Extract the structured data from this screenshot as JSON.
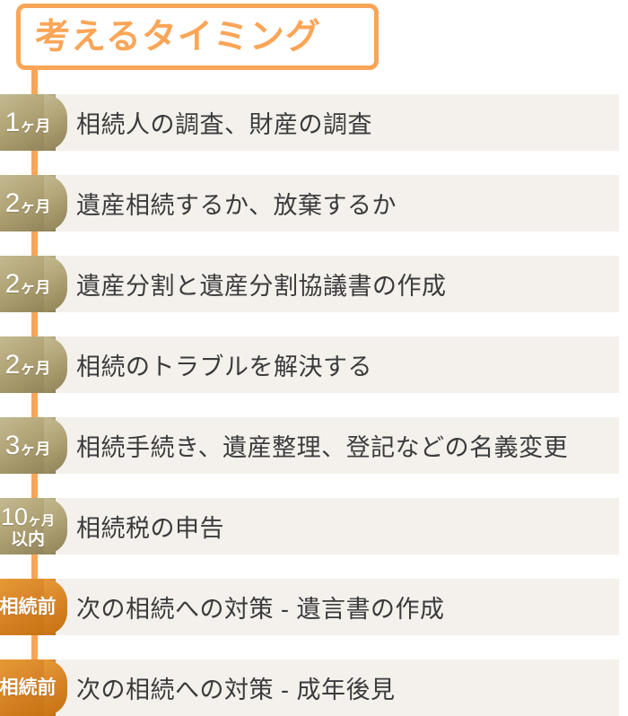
{
  "title": {
    "text": "考えるタイミング",
    "border_color": "#fba557",
    "text_color": "#fba557"
  },
  "theme": {
    "row_background": "#f4f1ec",
    "connector_color": "#fba557",
    "gold_badge_color": "#b3a678",
    "orange_badge_color": "#d9862a",
    "label_color": "#3b3b3b"
  },
  "timeline": {
    "rows": [
      {
        "badge_number": "1",
        "badge_unit": "ヶ月",
        "badge_line2": "",
        "badge_style": "gold",
        "label": "相続人の調査、財産の調査"
      },
      {
        "badge_number": "2",
        "badge_unit": "ヶ月",
        "badge_line2": "",
        "badge_style": "gold",
        "label": "遺産相続するか、放棄するか"
      },
      {
        "badge_number": "2",
        "badge_unit": "ヶ月",
        "badge_line2": "",
        "badge_style": "gold",
        "label": "遺産分割と遺産分割協議書の作成"
      },
      {
        "badge_number": "2",
        "badge_unit": "ヶ月",
        "badge_line2": "",
        "badge_style": "gold",
        "label": "相続のトラブルを解決する"
      },
      {
        "badge_number": "3",
        "badge_unit": "ヶ月",
        "badge_line2": "",
        "badge_style": "gold",
        "label": "相続手続き、遺産整理、登記などの名義変更"
      },
      {
        "badge_number": "10",
        "badge_unit": "ヶ月",
        "badge_line2": "以内",
        "badge_style": "gold",
        "label": "相続税の申告"
      },
      {
        "badge_number": "",
        "badge_unit": "",
        "badge_text": "相続前",
        "badge_line2": "",
        "badge_style": "orange",
        "label": "次の相続への対策 - 遺言書の作成"
      },
      {
        "badge_number": "",
        "badge_unit": "",
        "badge_text": "相続前",
        "badge_line2": "",
        "badge_style": "orange",
        "label": "次の相続への対策 - 成年後見"
      }
    ]
  }
}
